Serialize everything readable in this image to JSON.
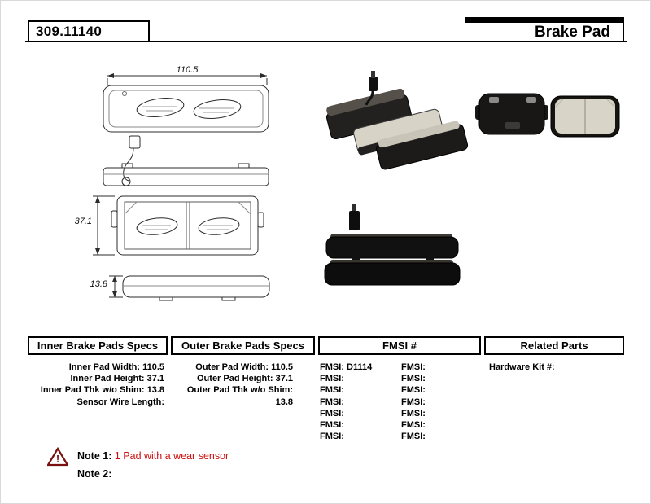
{
  "header": {
    "part_number": "309.11140",
    "title": "Brake Pad"
  },
  "drawing": {
    "width_label": "110.5",
    "height_label": "37.1",
    "thickness_label": "13.8"
  },
  "table": {
    "inner": {
      "header": "Inner Brake Pads Specs",
      "rows": [
        {
          "label": "Inner Pad Width:",
          "value": "110.5"
        },
        {
          "label": "Inner Pad Height:",
          "value": "37.1"
        },
        {
          "label": "Inner Pad Thk w/o Shim:",
          "value": "13.8"
        },
        {
          "label": "Sensor Wire Length:",
          "value": ""
        }
      ]
    },
    "outer": {
      "header": "Outer Brake Pads Specs",
      "rows": [
        {
          "label": "Outer Pad Width:",
          "value": "110.5"
        },
        {
          "label": "Outer Pad Height:",
          "value": "37.1"
        },
        {
          "label": "Outer Pad Thk w/o Shim:",
          "value": "13.8"
        }
      ]
    },
    "fmsi": {
      "header": "FMSI #",
      "rows": [
        {
          "l_label": "FMSI:",
          "l_value": "D1114",
          "r_label": "FMSI:",
          "r_value": ""
        },
        {
          "l_label": "FMSI:",
          "l_value": "",
          "r_label": "FMSI:",
          "r_value": ""
        },
        {
          "l_label": "FMSI:",
          "l_value": "",
          "r_label": "FMSI:",
          "r_value": ""
        },
        {
          "l_label": "FMSI:",
          "l_value": "",
          "r_label": "FMSI:",
          "r_value": ""
        },
        {
          "l_label": "FMSI:",
          "l_value": "",
          "r_label": "FMSI:",
          "r_value": ""
        },
        {
          "l_label": "FMSI:",
          "l_value": "",
          "r_label": "FMSI:",
          "r_value": ""
        },
        {
          "l_label": "FMSI:",
          "l_value": "",
          "r_label": "FMSI:",
          "r_value": ""
        }
      ]
    },
    "related": {
      "header": "Related Parts",
      "rows": [
        {
          "label": "Hardware Kit #:",
          "value": ""
        }
      ]
    }
  },
  "notes": {
    "note1_label": "Note 1:",
    "note1_text": "1 Pad with a wear sensor",
    "note2_label": "Note 2:",
    "note2_text": ""
  },
  "colors": {
    "note_red": "#cc1111",
    "ink": "#000000"
  }
}
